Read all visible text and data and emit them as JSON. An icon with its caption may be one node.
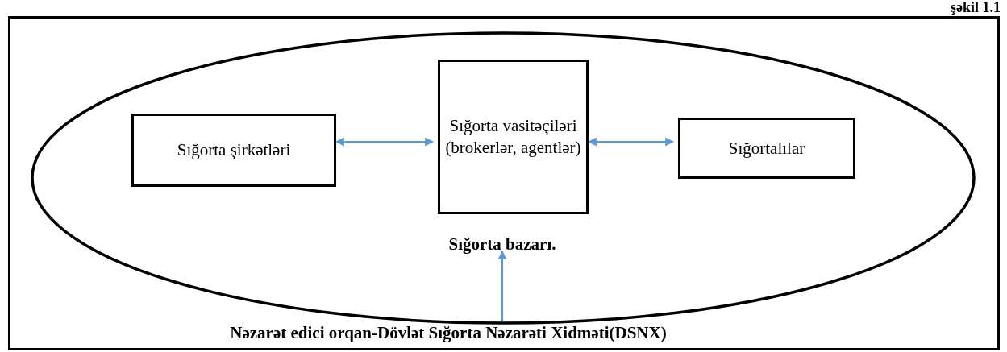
{
  "diagram": {
    "caption": "şəkil 1.1",
    "nodes": [
      {
        "text": [],
        "shape": "box"
      },
      {
        "text": [],
        "shape": "ellipse",
        "in": 0
      },
      {
        "text": [
          "Sığorta bazarı."
        ],
        "in": 1
      },
      {
        "text": [
          "Sığorta şirkətləri"
        ],
        "in": 1
      },
      {
        "text": [
          "Sığorta vasitəçiləri (brokerlər, agentlər)"
        ],
        "in": 1
      },
      {
        "text": [
          "Sığortalılar"
        ],
        "in": 1
      },
      {
        "text": [
          "Nəzarət edici orqan-Dövlət Sığorta Nəzarəti Xidməti(DSNX)"
        ],
        "in": 0
      }
    ],
    "edges": [
      {
        "from": 3,
        "to": 4,
        "arrow": "both"
      },
      {
        "from": 4,
        "to": 5,
        "arrow": "both"
      },
      {
        "from": 6,
        "to": 2,
        "arrow": "to"
      }
    ]
  }
}
